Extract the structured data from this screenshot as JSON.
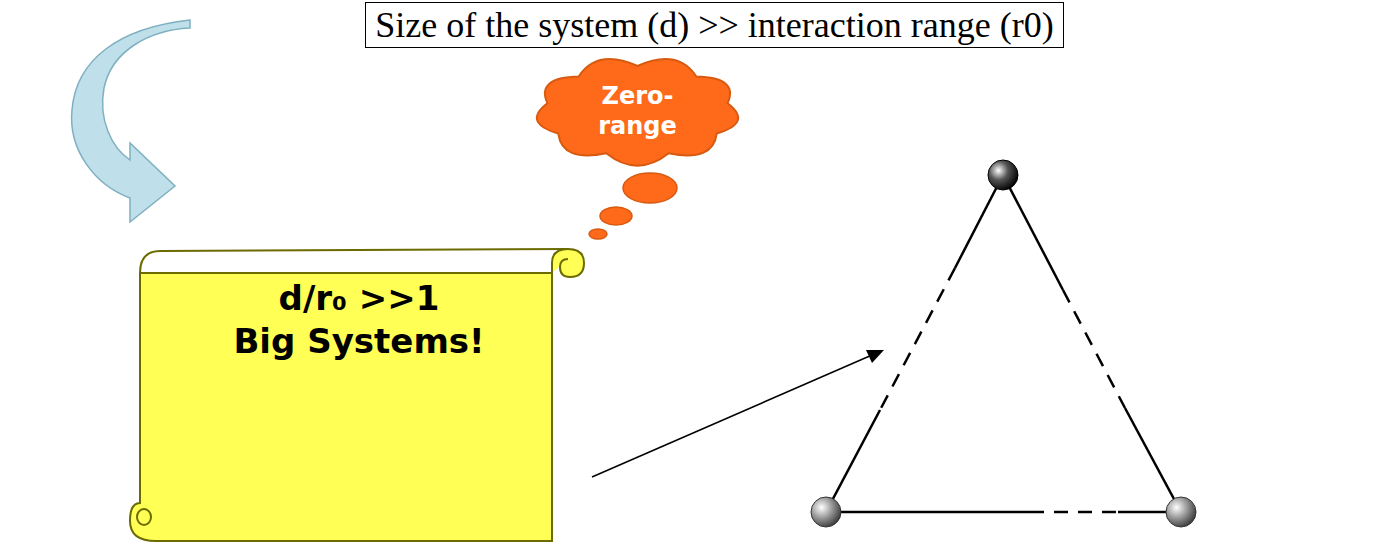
{
  "diagram": {
    "nodes": [
      {
        "text": [
          "Size of the system (d) >> interaction range (r0)"
        ]
      },
      {
        "text": [
          "Zero- range"
        ]
      },
      {
        "text": [
          "d/r₀ >>1",
          "Big Systems!"
        ]
      }
    ]
  }
}
